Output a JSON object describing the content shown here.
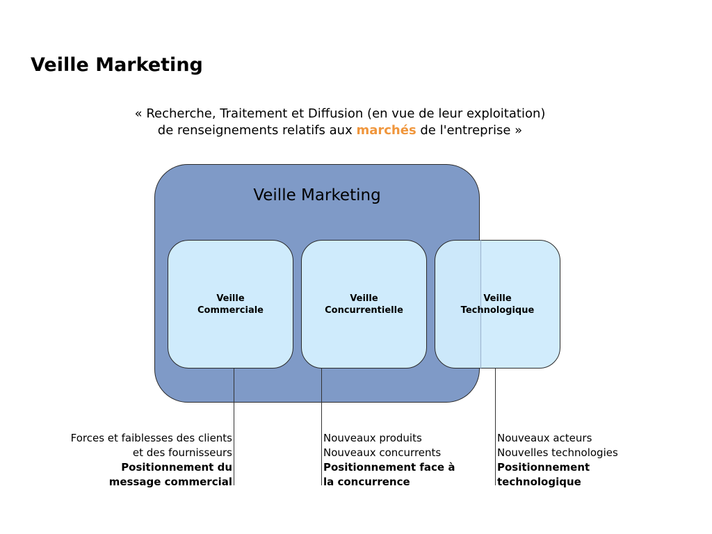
{
  "title": "Veille Marketing",
  "quote": {
    "line1": "« Recherche, Traitement et Diffusion (en vue de leur exploitation)",
    "line2_before": "de renseignements relatifs aux ",
    "line2_highlight": "marchés",
    "line2_after": " de l'entreprise »",
    "highlight_color": "#F0963C"
  },
  "diagram": {
    "main_box_label": "Veille Marketing",
    "main_box_color": "#7F9AC7",
    "sub_box_color": "#CFEBFC",
    "boxes": [
      {
        "line1": "Veille",
        "line2": "Commerciale"
      },
      {
        "line1": "Veille",
        "line2": "Concurrentielle"
      },
      {
        "line1": "Veille",
        "line2": "Technologique"
      }
    ]
  },
  "descriptions": [
    {
      "lines": [
        "Forces et faiblesses des clients",
        "et des fournisseurs"
      ],
      "bold_lines": [
        "Positionnement du",
        "message commercial"
      ]
    },
    {
      "lines": [
        "Nouveaux produits",
        "Nouveaux concurrents"
      ],
      "bold_lines": [
        "Positionnement face à",
        "la concurrence"
      ]
    },
    {
      "lines": [
        "Nouveaux acteurs",
        "Nouvelles technologies"
      ],
      "bold_lines": [
        "Positionnement",
        "technologique"
      ]
    }
  ]
}
